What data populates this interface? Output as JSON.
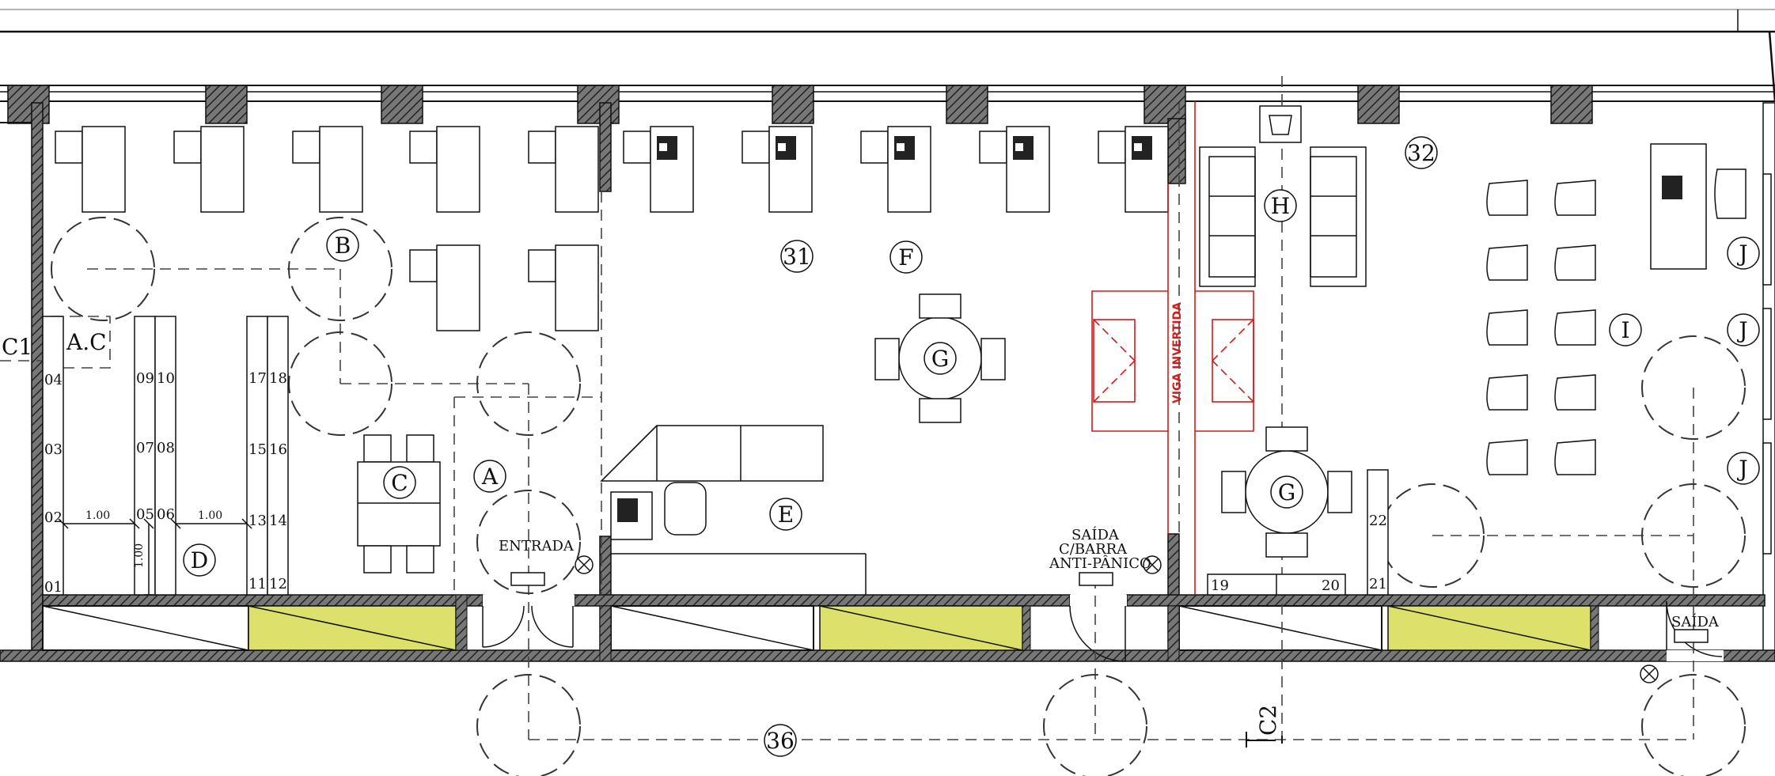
{
  "labels": {
    "a": "A",
    "b": "B",
    "c": "C",
    "d": "D",
    "e": "E",
    "f": "F",
    "g": "G",
    "h": "H",
    "i": "I",
    "j": "J",
    "n31": "31",
    "n32": "32",
    "n36": "36",
    "c1": "C1",
    "c2": "C2",
    "ac": "A.C",
    "entrada": "ENTRADA",
    "saida_top": "SAÍDA",
    "saida_mid": "C/BARRA",
    "saida_bottom": "ANTI-PÂNICO",
    "saida_right": "SAÍDA",
    "viga": "VIGA INVERTIDA",
    "dim1": "1.00",
    "dim2": "1.00",
    "dim3": "1.00"
  },
  "seat_numbers": [
    "01",
    "02",
    "03",
    "04",
    "05",
    "06",
    "07",
    "08",
    "09",
    "10",
    "11",
    "12",
    "13",
    "14",
    "15",
    "16",
    "17",
    "18",
    "19",
    "20",
    "21",
    "22"
  ],
  "colors": {
    "wall_hatch": "#444444",
    "highlight": "#dde06a",
    "beam": "#d01c1c",
    "line": "#111111"
  }
}
